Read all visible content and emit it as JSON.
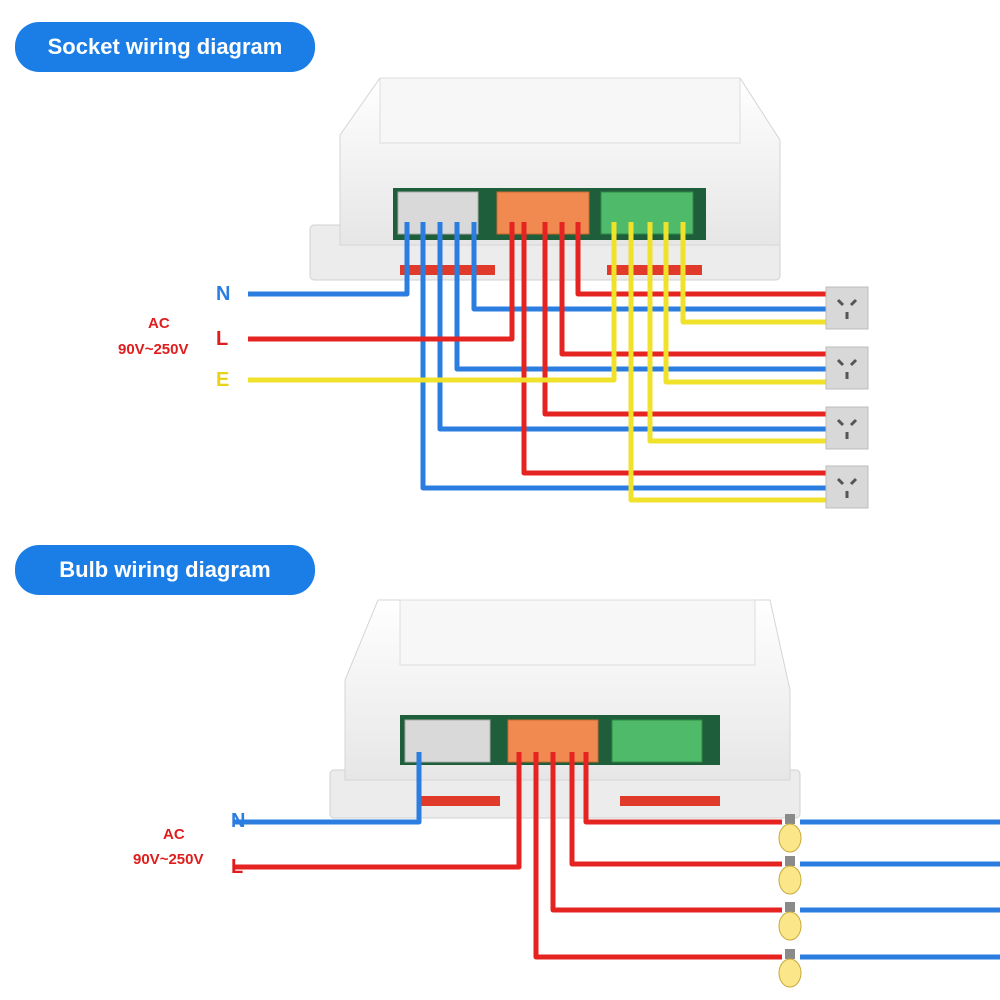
{
  "colors": {
    "neutral": "#2b7de0",
    "live": "#e52320",
    "earth": "#f0e12a",
    "header": "#1a7ee6"
  },
  "socket": {
    "title": "Socket wiring diagram",
    "ac_label": "AC",
    "voltage": "90V~250V",
    "n": "N",
    "l": "L",
    "e": "E",
    "outlet_icon": "socket-outlet-icon"
  },
  "bulb": {
    "title": "Bulb wiring diagram",
    "ac_label": "AC",
    "voltage": "90V~250V",
    "n": "N",
    "l": "L",
    "bulb_icon": "light-bulb-icon"
  }
}
